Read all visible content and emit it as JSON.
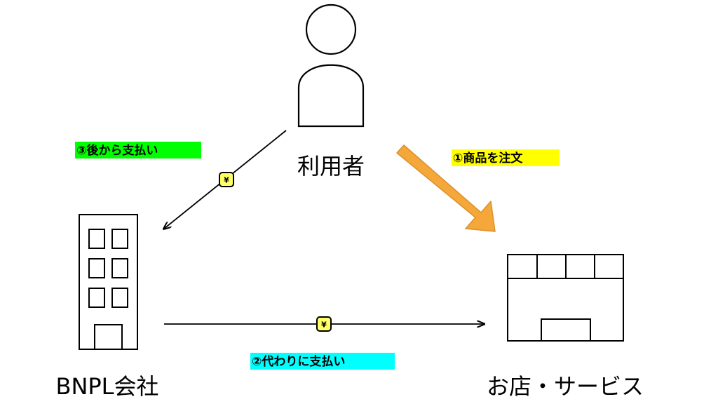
{
  "nodes": {
    "user": {
      "label": "利用者"
    },
    "bnpl": {
      "label": "BNPL会社"
    },
    "shop": {
      "label": "お店・サービス"
    }
  },
  "steps": [
    {
      "label": "①商品を注文",
      "highlight": "#ffff00"
    },
    {
      "label": "②代わりに支払い",
      "highlight": "#00ffff"
    },
    {
      "label": "③後から支払い",
      "highlight": "#00ff00"
    }
  ],
  "yen_badge": {
    "symbol": "¥",
    "color": "#ffff66"
  },
  "colors": {
    "order_arrow": "#f5a73a",
    "order_arrow_stroke": "#d9912c",
    "line": "#000000"
  }
}
